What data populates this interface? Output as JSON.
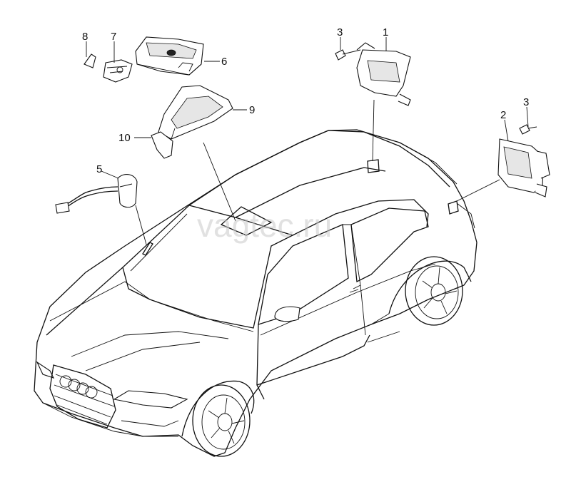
{
  "watermark": "vagtec.ru",
  "callouts": [
    {
      "id": "c1",
      "label": "1"
    },
    {
      "id": "c2",
      "label": "2"
    },
    {
      "id": "c3a",
      "label": "3"
    },
    {
      "id": "c3b",
      "label": "3"
    },
    {
      "id": "c5",
      "label": "5"
    },
    {
      "id": "c6",
      "label": "6"
    },
    {
      "id": "c7",
      "label": "7"
    },
    {
      "id": "c8",
      "label": "8"
    },
    {
      "id": "c9",
      "label": "9"
    },
    {
      "id": "c10",
      "label": "10"
    }
  ]
}
